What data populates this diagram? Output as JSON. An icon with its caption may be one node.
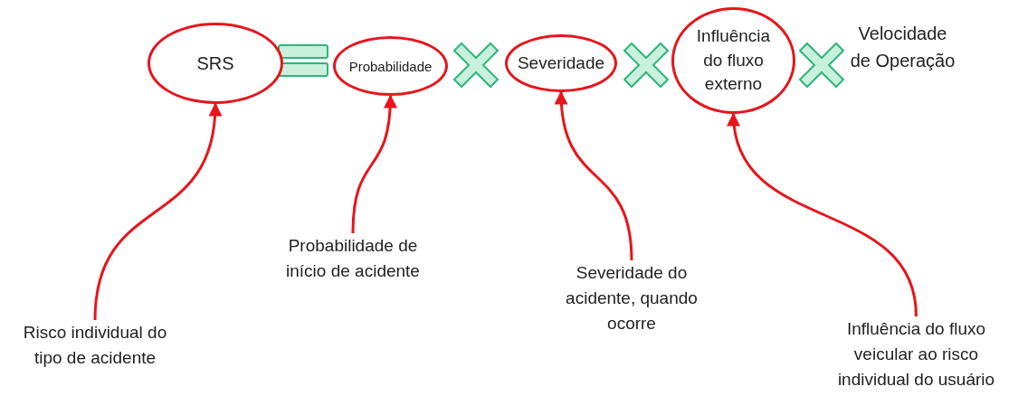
{
  "diagram": {
    "nodes": [
      {
        "text": [
          "SRS"
        ]
      },
      {
        "text": [
          "Probabilidade"
        ]
      },
      {
        "text": [
          "Severidade"
        ]
      },
      {
        "text": [
          "Influência do fluxo externo"
        ]
      },
      {
        "text": [
          "Risco individual do tipo de acidente"
        ]
      },
      {
        "text": [
          "Probabilidade de início de acidente"
        ]
      },
      {
        "text": [
          "Severidade do acidente, quando ocorre"
        ]
      },
      {
        "text": [
          "Influência do fluxo veicular ao risco individual do usuário"
        ]
      }
    ],
    "edges": [
      {
        "from": 4,
        "to": 0,
        "arrow": "to"
      },
      {
        "from": 5,
        "to": 1,
        "arrow": "to"
      },
      {
        "from": 6,
        "to": 2,
        "arrow": "to"
      },
      {
        "from": 7,
        "to": 3,
        "arrow": "to"
      }
    ],
    "labels": [
      "Velocidade de Operação"
    ]
  }
}
